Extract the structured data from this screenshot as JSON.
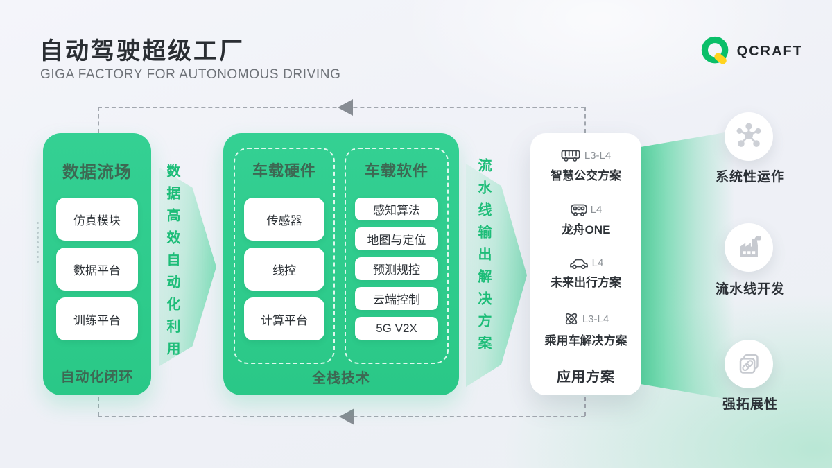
{
  "header": {
    "title": "自动驾驶超级工厂",
    "subtitle": "GIGA FACTORY FOR AUTONOMOUS DRIVING",
    "brand": "QCRAFT"
  },
  "colors": {
    "brand_green": "#2ECD8C",
    "brand_yellow": "#FFD41F",
    "dark_green_text": "#3D6853",
    "accent_green_text": "#1DBD78",
    "dark_text": "#2A2E33",
    "gray_text": "#8D9297"
  },
  "flow": {
    "data_field": {
      "title": "数据流场",
      "items": [
        "仿真模块",
        "数据平台",
        "训练平台"
      ],
      "footer": "自动化闭环"
    },
    "arrow1_label": "数据高效自动化利用",
    "full_stack": {
      "hardware": {
        "title": "车载硬件",
        "items": [
          "传感器",
          "线控",
          "计算平台"
        ]
      },
      "software": {
        "title": "车载软件",
        "items": [
          "感知算法",
          "地图与定位",
          "预测规控",
          "云端控制",
          "5G V2X"
        ]
      },
      "footer": "全栈技术"
    },
    "arrow2_label": "流水线输出解决方案",
    "applications": {
      "items": [
        {
          "icon": "bus-icon",
          "level": "L3-L4",
          "label": "智慧公交方案"
        },
        {
          "icon": "shuttle-icon",
          "level": "L4",
          "label": "龙舟ONE"
        },
        {
          "icon": "car-icon",
          "level": "L4",
          "label": "未来出行方案"
        },
        {
          "icon": "atom-icon",
          "level": "L3-L4",
          "label": "乘用车解决方案"
        }
      ],
      "footer": "应用方案"
    }
  },
  "features": [
    {
      "icon": "molecule-icon",
      "label": "系统性运作"
    },
    {
      "icon": "factory-icon",
      "label": "流水线开发"
    },
    {
      "icon": "link-icon",
      "label": "强拓展性"
    }
  ]
}
